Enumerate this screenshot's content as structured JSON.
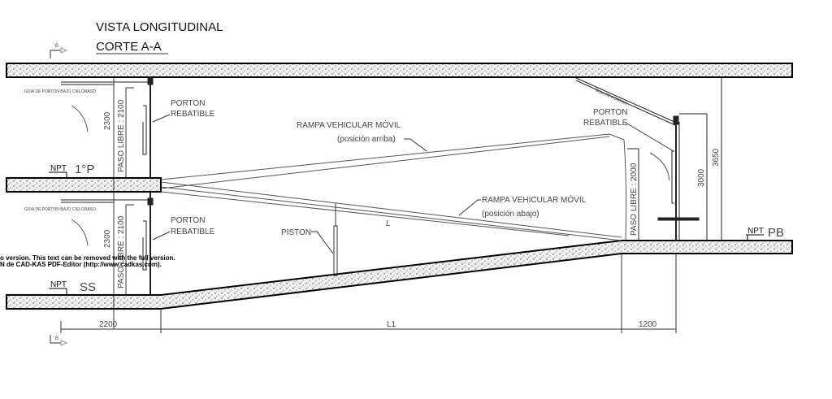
{
  "title": "VISTA LONGITUDINAL",
  "subtitle": "CORTE  A-A",
  "section_marker": "B",
  "levels": {
    "first_floor": {
      "npt": "NPT",
      "name": "1°P"
    },
    "basement": {
      "npt": "NPT",
      "name": "SS"
    },
    "ground": {
      "npt": "NPT",
      "name": "PB"
    }
  },
  "gate_guide_label": "GUIA DE PORTON BAJO CIELORASO",
  "gate_guide_right": "GUIA DE PORTON",
  "gate_label_1": "PORTON",
  "gate_label_2": "REBATIBLE",
  "clear_passage_2100": "PASO LIBRE : 2100",
  "clear_passage_2000": "PASO LIBRE : 2000",
  "dim_2300": "2300",
  "dim_3000": "3000",
  "dim_3650": "3650",
  "ramp_up": {
    "line1": "RAMPA VEHICULAR MÓVIL",
    "line2": "(posición arriba)"
  },
  "ramp_down": {
    "line1": "RAMPA VEHICULAR MÓVIL",
    "line2": "(posición abajo)"
  },
  "ramp_length": "L",
  "piston": "PISTON",
  "bottom_dims": {
    "left": "2200",
    "middle": "L1",
    "right": "1200"
  },
  "watermark": {
    "line1": "o version. This text can be removed with the full version.",
    "line2": "N de CAD-KAS PDF-Editor (http://www.cadkas.com)."
  }
}
